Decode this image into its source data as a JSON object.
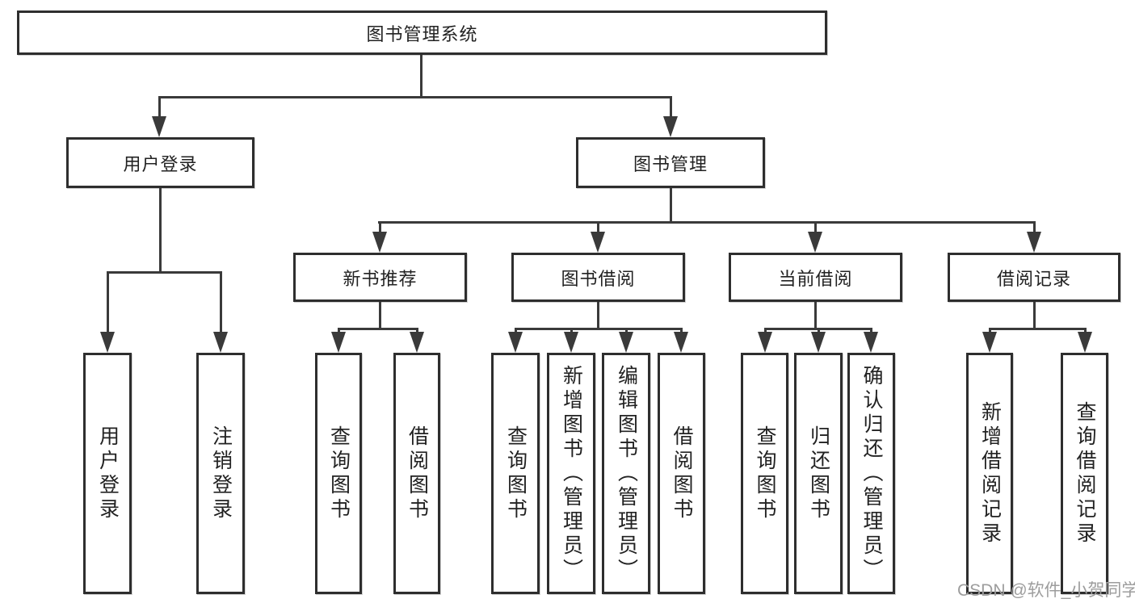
{
  "colors": {
    "line": "#3a3a3a",
    "border": "#2e2e2e",
    "text": "#222222",
    "watermark": "#9d9d9d",
    "background": "#ffffff"
  },
  "tree": {
    "root": {
      "label": "图书管理系统"
    },
    "user_login": {
      "label": "用户登录",
      "children": [
        "用户登录",
        "注销登录"
      ]
    },
    "book_mgmt": {
      "label": "图书管理"
    },
    "new_books": {
      "label": "新书推荐",
      "children": [
        "查询图书",
        "借阅图书"
      ]
    },
    "book_borrow": {
      "label": "图书借阅",
      "children": [
        "查询图书",
        "新增图书（管理员）",
        "编辑图书（管理员）",
        "借阅图书"
      ]
    },
    "current_borrow": {
      "label": "当前借阅",
      "children": [
        "查询图书",
        "归还图书",
        "确认归还（管理员）"
      ]
    },
    "borrow_records": {
      "label": "借阅记录",
      "children": [
        "新增借阅记录",
        "查询借阅记录"
      ]
    }
  },
  "watermark": {
    "text": "CSDN @软件_小贺同学"
  }
}
